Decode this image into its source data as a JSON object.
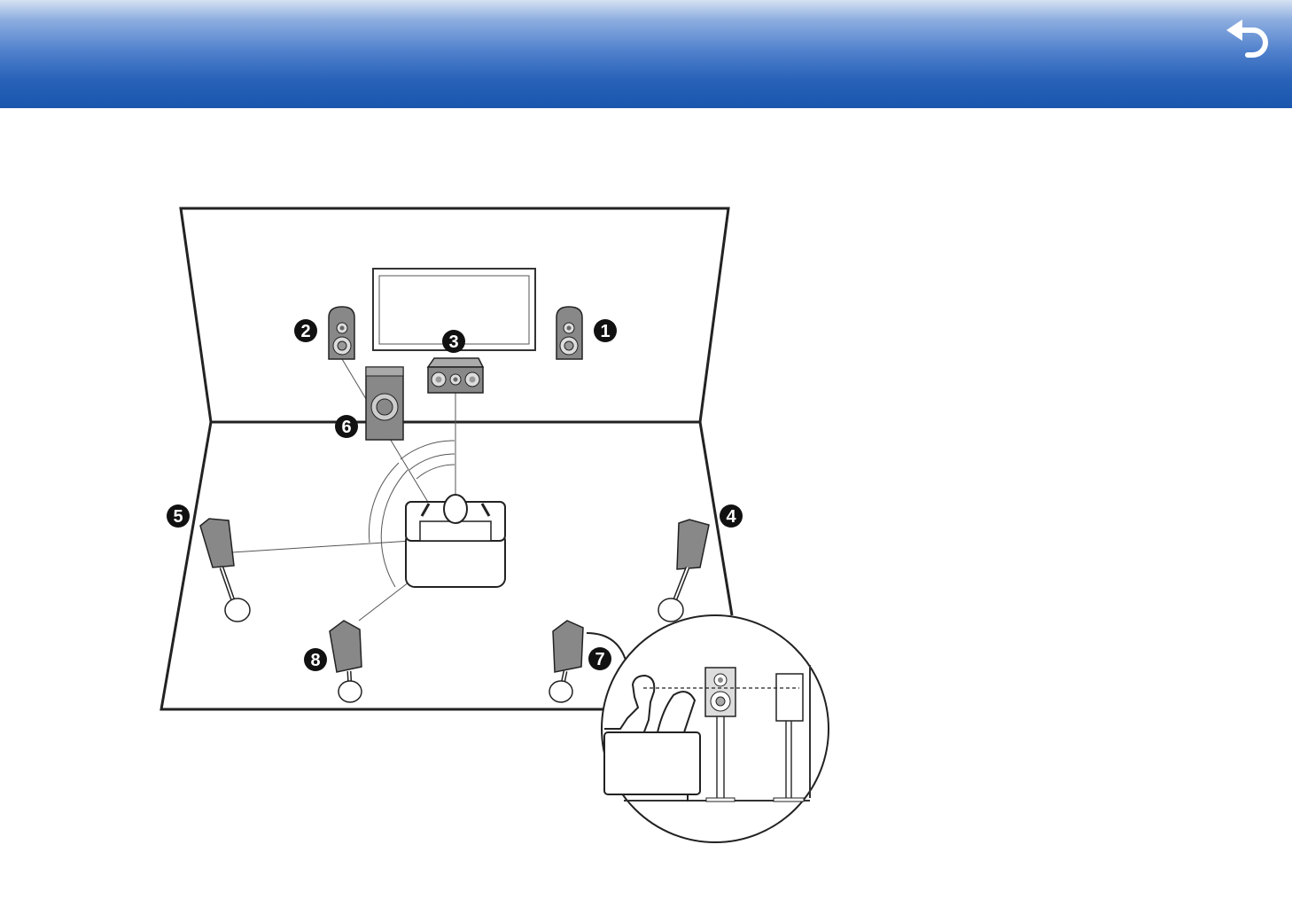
{
  "header": {
    "back_icon": "undo-arrow-icon",
    "colors": {
      "top": "#d6e2f3",
      "bottom": "#1a56ad"
    }
  },
  "speakers": [
    {
      "id": "front-right",
      "number": "1"
    },
    {
      "id": "front-left",
      "number": "2"
    },
    {
      "id": "center",
      "number": "3"
    },
    {
      "id": "surround-right",
      "number": "4"
    },
    {
      "id": "surround-left",
      "number": "5"
    },
    {
      "id": "subwoofer",
      "number": "6"
    },
    {
      "id": "surround-back-right",
      "number": "7"
    },
    {
      "id": "surround-back-left",
      "number": "8"
    }
  ]
}
